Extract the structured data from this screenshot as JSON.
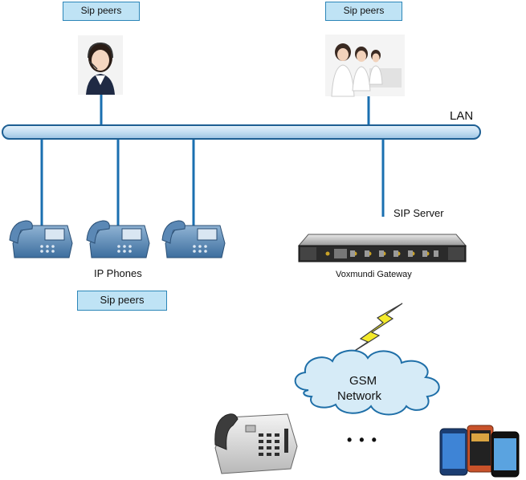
{
  "labels": {
    "sip_peers_top_left": "Sip peers",
    "sip_peers_top_right": "Sip peers",
    "sip_peers_bottom": "Sip peers",
    "lan": "LAN",
    "sip_server": "SIP Server",
    "gateway": "Voxmundi Gateway",
    "ip_phones": "IP Phones",
    "gsm_line1": "GSM",
    "gsm_line2": "Network",
    "ellipsis": "•  •  •"
  },
  "colors": {
    "tag_fill": "#bfe3f5",
    "tag_border": "#2c86b8",
    "bus_fill": "#c4def2",
    "bus_stroke": "#1e5f93",
    "connector": "#1a6fb0",
    "lightning": "#f4ea2a"
  },
  "icons": [
    "call-center-agent-icon",
    "call-center-team-icon",
    "ip-phone-icon",
    "gateway-device-icon",
    "lightning-icon",
    "gsm-cloud-icon",
    "desk-phone-icon",
    "mobile-phones-icon"
  ]
}
